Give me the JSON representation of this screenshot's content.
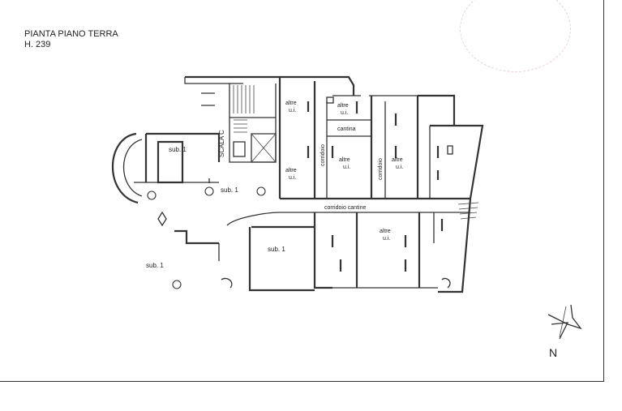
{
  "drawing": {
    "title": "PIANTA PIANO TERRA",
    "height_label": "H. 239"
  },
  "rooms": {
    "altre_1": [
      "altre",
      "u.i."
    ],
    "altre_2": [
      "altre",
      "u.i."
    ],
    "altre_3": [
      "altre",
      "u.i."
    ],
    "altre_4": [
      "altre",
      "u.i."
    ],
    "altre_5": [
      "altre",
      "u.i."
    ],
    "altre_6": [
      "altre",
      "u.i."
    ],
    "cantina": "cantina",
    "corridoio_1": "corridoio",
    "corridoio_2": "corridoio",
    "corridoio_cantine": "corridoio cantine",
    "scala": "SCALA C",
    "sub_1_a": "sub. 1",
    "sub_1_b": "sub. 1",
    "sub_1_c": "sub. 1",
    "sub_1_d": "sub. 1"
  },
  "north": {
    "label": "N"
  },
  "colors": {
    "line": "#333333",
    "stamp": "#c87882"
  }
}
